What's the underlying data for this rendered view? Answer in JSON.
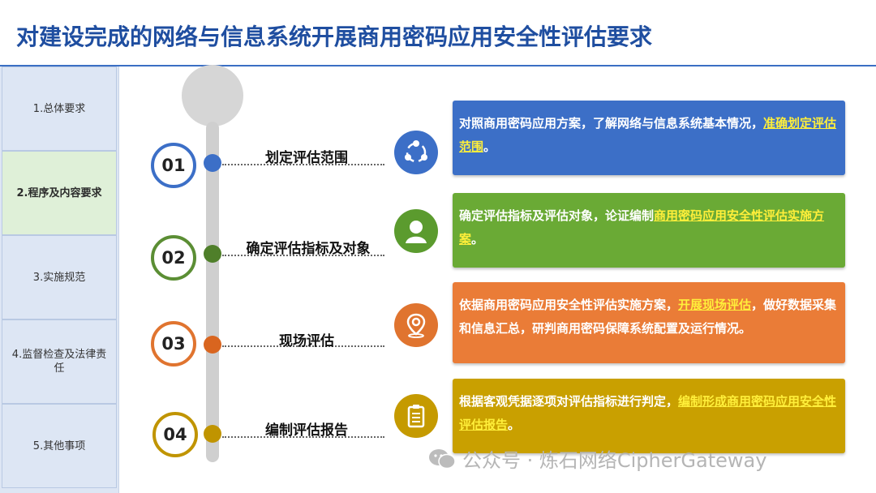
{
  "header": {
    "title": "对建设完成的网络与信息系统开展商用密码应用安全性评估要求"
  },
  "sidebar": {
    "items": [
      {
        "label": "1.总体要求"
      },
      {
        "label": "2.程序及内容要求"
      },
      {
        "label": "3.实施规范"
      },
      {
        "label": "4.监督检查及法律责任"
      },
      {
        "label": "5.其他事项"
      }
    ]
  },
  "steps": [
    {
      "num": "01",
      "label": "划定评估范围",
      "color": "#3c6fc7",
      "icon": "share-network-icon",
      "text": "对照商用密码应用方案，了解网络与信息系统基本情况，",
      "highlight": "准确划定评估范围",
      "tail": "。"
    },
    {
      "num": "02",
      "label": "确定评估指标及对象",
      "color": "#5b8e34",
      "icon": "user-icon",
      "text": "确定评估指标及评估对象，论证编制",
      "highlight": "商用密码应用安全性评估实施方案",
      "tail": "。"
    },
    {
      "num": "03",
      "label": "现场评估",
      "color": "#e0742f",
      "icon": "location-pin-icon",
      "text": "依据商用密码应用安全性评估实施方案，",
      "highlight": "开展现场评估",
      "tail": "，做好数据采集和信息汇总，研判商用密码保障系统配置及运行情况。"
    },
    {
      "num": "04",
      "label": "编制评估报告",
      "color": "#c09400",
      "icon": "clipboard-icon",
      "text": "根据客观凭据逐项对评估指标进行判定，",
      "highlight": "编制形成商用密码应用安全性评估报告",
      "tail": "。"
    }
  ],
  "colors": {
    "title": "#1f4ea0",
    "sidebar_bg": "#dde6f4",
    "sidebar_active": "#dff0d8",
    "card_highlight": "#ffef3a"
  },
  "footer": {
    "text": "公众号 · 炼石网络CipherGateway",
    "icon": "wechat-icon"
  }
}
